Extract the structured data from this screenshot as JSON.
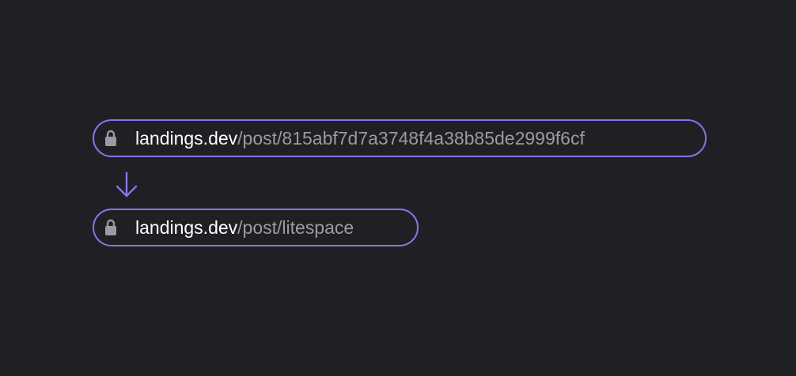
{
  "urls": [
    {
      "domain": "landings.dev",
      "path": "/post/815abf7d7a3748f4a38b85de2999f6cf"
    },
    {
      "domain": "landings.dev",
      "path": "/post/litespace"
    }
  ],
  "icons": {
    "lock": "lock-icon",
    "arrow": "arrow-down-icon"
  },
  "colors": {
    "background": "#1f2024",
    "accent": "#8a72e6",
    "domain_text": "#ffffff",
    "path_text": "#9a9ba2",
    "lock_icon": "#9a9ba2"
  }
}
